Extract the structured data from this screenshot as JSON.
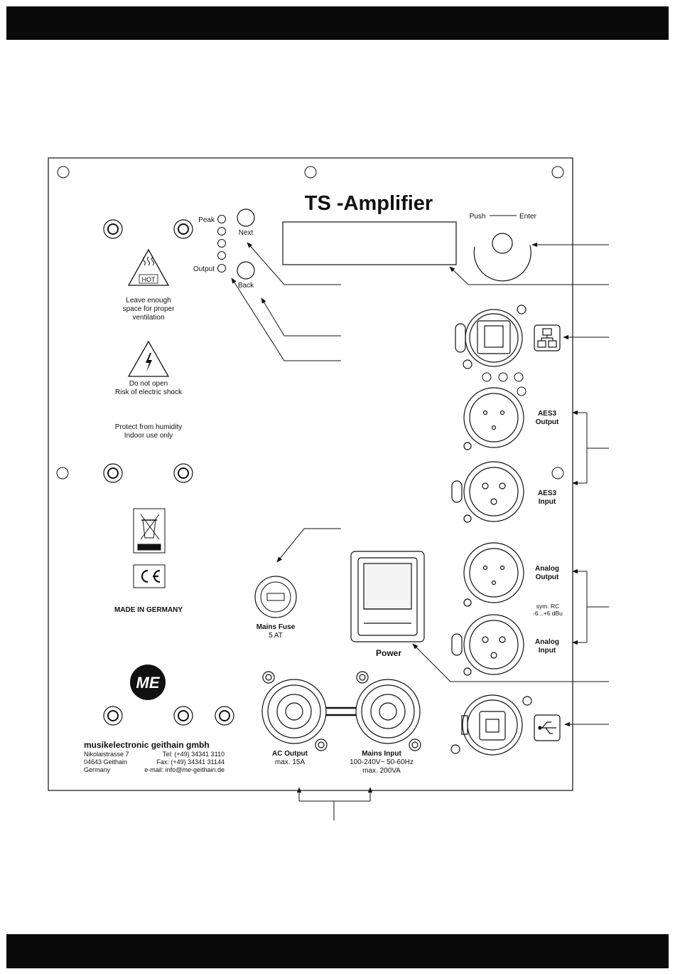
{
  "panel": {
    "title": "TS -Amplifier",
    "encoder": {
      "push": "Push",
      "enter": "Enter"
    },
    "leds": {
      "peak": "Peak",
      "output": "Output"
    },
    "buttons": {
      "next": "Next",
      "back": "Back"
    },
    "warnings": {
      "hot_symbol": "HOT",
      "hot_text": [
        "Leave enough",
        "space for proper",
        "ventilation"
      ],
      "shock_text": [
        "Do not open",
        "Risk of electric shock"
      ],
      "humidity_text": [
        "Protect from humidity",
        "Indoor use only"
      ]
    },
    "made_in": "MADE IN GERMANY",
    "fuse": {
      "name": "Mains Fuse",
      "rating": "5 AT"
    },
    "power_label": "Power",
    "aes3_output": [
      "AES3",
      "Output"
    ],
    "aes3_input": [
      "AES3",
      "Input"
    ],
    "analog_output": [
      "Analog",
      "Output"
    ],
    "analog_input": [
      "Analog",
      "Input"
    ],
    "analog_spec": [
      "sym. RC",
      "-6...+6 dBu"
    ],
    "ac_output": {
      "name": "AC Output",
      "spec": [
        "max. 15A"
      ]
    },
    "mains_input": {
      "name": "Mains Input",
      "spec": [
        "100-240V~ 50-60Hz",
        "max. 200VA"
      ]
    },
    "company": {
      "name": "musikelectronic geithain gmbh",
      "address": [
        "Nikolaistrasse 7",
        "04643 Geithain",
        "Germany"
      ],
      "contact": [
        "Tel: (+49) 34341   3110",
        "Fax: (+49) 34341 31144",
        "e-mail: info@me-geithain.de"
      ]
    }
  }
}
